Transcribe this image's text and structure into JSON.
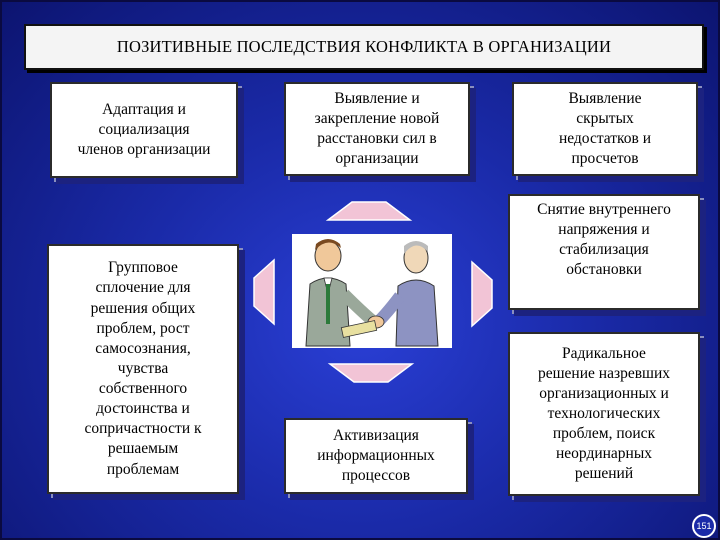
{
  "title": "ПОЗИТИВНЫЕ ПОСЛЕДСТВИЯ КОНФЛИКТА В ОРГАНИЗАЦИИ",
  "boxes": {
    "adaptation": "Адаптация и\nсоциализация\nчленов организации",
    "identification": "Выявление и\nзакрепление новой\nрасстановки сил в\nорганизации",
    "hidden_flaws": "Выявление\nскрытых\nнедостатков и\nпросчетов",
    "cohesion": "Групповое\nсплочение для\nрешения общих\nпроблем, рост\nсамосознания,\nчувства\nсобственного\nдостоинства и\nсопричастности к\nрешаемым\nпроблемам",
    "tension_relief": "Снятие внутреннего\nнапряжения и\nстабилизация\nобстановки",
    "activation": "Активизация\nинформационных\nпроцессов",
    "radical_solution": "Радикальное\nрешение назревших\nорганизационных и\nтехнологических\nпроблем, поиск\nнеординарных\nрешений"
  },
  "illustration": "handshake",
  "page_number": "151",
  "colors": {
    "background": "#1a2aa8",
    "arrow_fill": "#f2c4d6"
  }
}
